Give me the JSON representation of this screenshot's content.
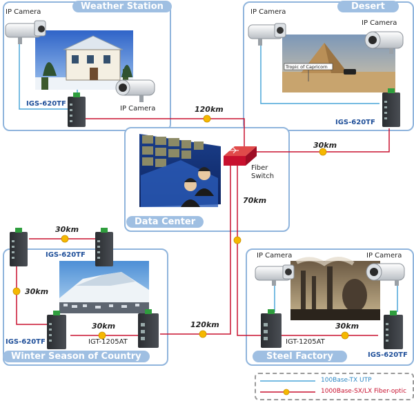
{
  "zones": {
    "weather": "Weather Station",
    "desert": "Desert",
    "datacenter": "Data Center",
    "winter": "Winter Season of Country",
    "steel": "Steel Factory"
  },
  "labels": {
    "ip_camera": "IP Camera",
    "igs": "IGS-620TF",
    "igt": "IGT-1205AT",
    "fiber_switch_1": "Fiber",
    "fiber_switch_2": "Switch",
    "tropic_sign": "Tropic of Capricorn"
  },
  "distances": {
    "d120_top": "120km",
    "d30_desert": "30km",
    "d70": "70km",
    "d30_winter_top": "30km",
    "d30_winter_left": "30km",
    "d30_winter_mid": "30km",
    "d120_bottom": "120km",
    "d30_steel": "30km"
  },
  "legend": {
    "utp": "100Base-TX UTP",
    "fiber": "1000Base-SX/LX Fiber-optic"
  },
  "colors": {
    "utp": "#4aa6d9",
    "fiber": "#c8102e",
    "sfp": "#f5b800",
    "zone_border": "#8fb4dc",
    "zone_title": "#9fbfe2"
  }
}
